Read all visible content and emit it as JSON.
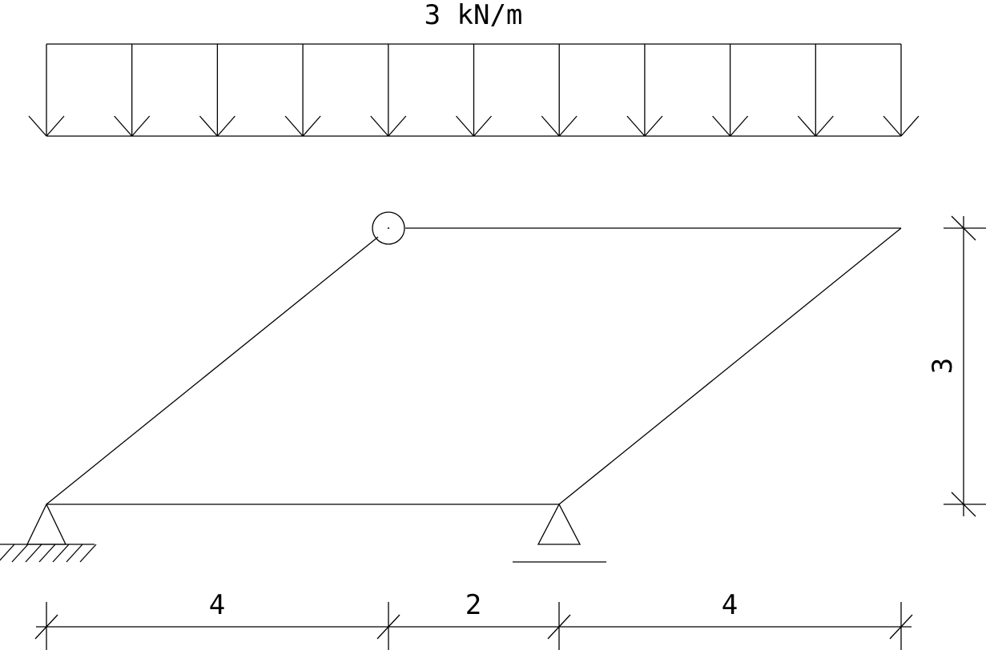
{
  "load": {
    "label": "3 kN/m"
  },
  "dimensions": {
    "bottom": [
      "4",
      "2",
      "4"
    ],
    "height": "3"
  },
  "structure": {
    "hinge": "internal-hinge",
    "supports": [
      "pinned-support",
      "roller-support"
    ]
  }
}
